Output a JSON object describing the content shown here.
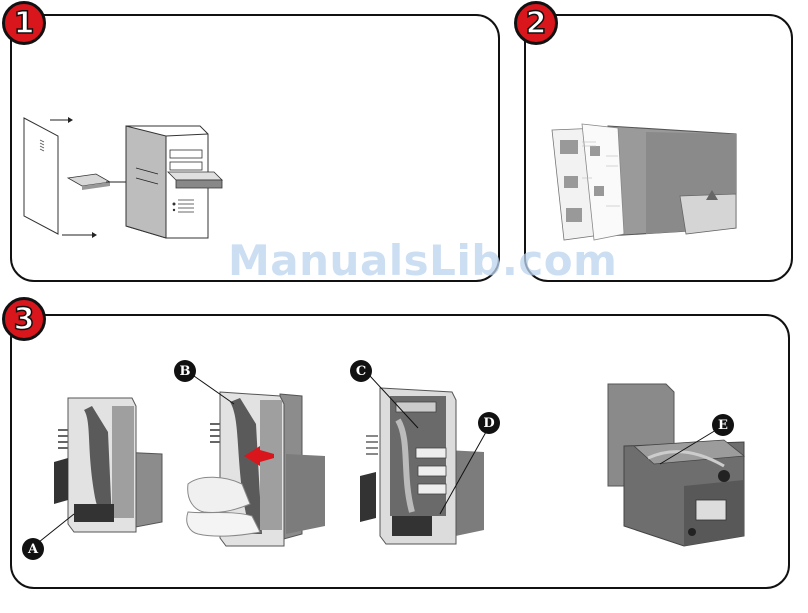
{
  "steps": [
    {
      "number": "1"
    },
    {
      "number": "2"
    },
    {
      "number": "3"
    }
  ],
  "callouts": {
    "a": "A",
    "b": "B",
    "c": "C",
    "d": "D",
    "e": "E"
  },
  "watermark": "ManualsLib.com",
  "colors": {
    "badge_red": "#d9161c",
    "arrow_red": "#d9161c",
    "watermark_blue": "#bcd3ee"
  }
}
